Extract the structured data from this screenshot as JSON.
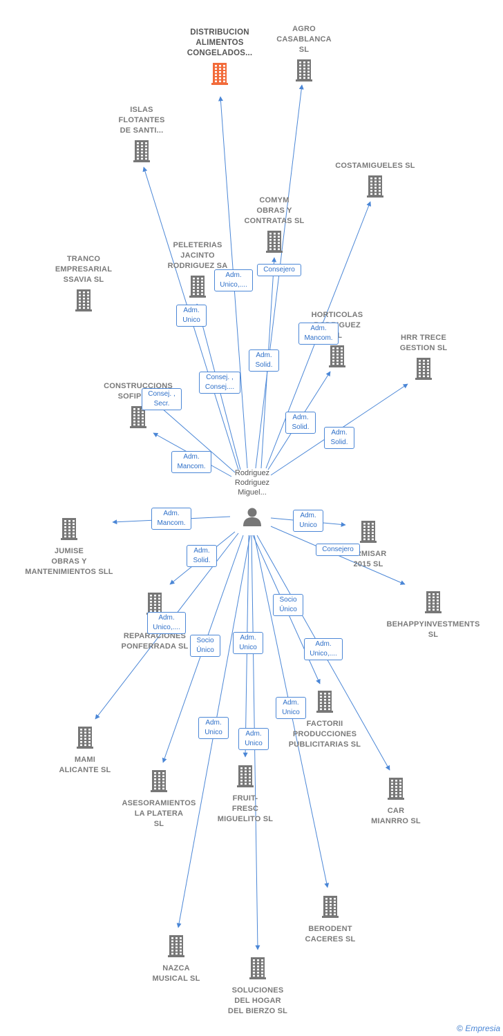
{
  "center": {
    "label": "Rodriguez\nRodriguez\nMiguel..."
  },
  "nodes": [
    {
      "id": "distribucion",
      "label": "DISTRIBUCION\nALIMENTOS\nCONGELADOS...",
      "highlight": true
    },
    {
      "id": "agro",
      "label": "AGRO\nCASABLANCA\nSL"
    },
    {
      "id": "islas",
      "label": "ISLAS\nFLOTANTES\nDE SANTI..."
    },
    {
      "id": "costamigueles",
      "label": "COSTAMIGUELES SL"
    },
    {
      "id": "comym",
      "label": "COMYM\nOBRAS Y\nCONTRATAS SL"
    },
    {
      "id": "peleterias",
      "label": "PELETERIAS\nJACINTO\nRODRIGUEZ SA"
    },
    {
      "id": "tranco",
      "label": "TRANCO\nEMPRESARIAL\nSSAVIA  SL"
    },
    {
      "id": "horticolas",
      "label": "HORTICOLAS\nRODRIGUEZ\nSL"
    },
    {
      "id": "hrr",
      "label": "HRR TRECE\nGESTION  SL"
    },
    {
      "id": "construcciones",
      "label": "CONSTRUCCIONS\nSOFIPLA..."
    },
    {
      "id": "jumise",
      "label": "JUMISE\nOBRAS Y\nMANTENIMIENTOS SLL"
    },
    {
      "id": "armisar",
      "label": "ARMISAR\n2015  SL"
    },
    {
      "id": "behappy",
      "label": "BEHAPPYINVESTMENTS\nSL"
    },
    {
      "id": "reparaciones",
      "label": "M...\nREPARACIONES\nPONFERRADA SL"
    },
    {
      "id": "mami",
      "label": "MAMI\nALICANTE  SL"
    },
    {
      "id": "asesoramientos",
      "label": "ASESORAMIENTOS\nLA PLATERA\nSL"
    },
    {
      "id": "fruit",
      "label": "FRUIT-\nFRESC\nMIGUELITO  SL"
    },
    {
      "id": "factorii",
      "label": "FACTORII\nPRODUCCIONES\nPUBLICITARIAS SL"
    },
    {
      "id": "car",
      "label": "CAR\nMIANRRO  SL"
    },
    {
      "id": "berodent",
      "label": "BERODENT\nCACERES  SL"
    },
    {
      "id": "nazca",
      "label": "NAZCA\nMUSICAL  SL"
    },
    {
      "id": "soluciones",
      "label": "SOLUCIONES\nDEL HOGAR\nDEL BIERZO SL"
    }
  ],
  "edge_labels": [
    "Adm.\nUnico,....",
    "Consejero",
    "Adm.\nUnico",
    "Adm.\nMancom.",
    "Adm.\nSolid.",
    "Consej. ,\nConsej....",
    "Consej. ,\nSecr.",
    "Adm.\nSolid.",
    "Adm.\nMancom.",
    "Adm.\nSolid.",
    "Adm.\nMancom.",
    "Adm.\nUnico",
    "Consejero",
    "Adm.\nSolid.",
    "Adm.\nUnico,....",
    "Socio\nÚnico",
    "Adm.\nUnico",
    "Socio\nÚnico",
    "Adm.\nUnico,....",
    "Adm.\nUnico",
    "Adm.\nUnico",
    "Adm.\nUnico"
  ],
  "colors": {
    "edge": "#4a86d6",
    "node": "#777777",
    "highlight": "#f26b3a"
  },
  "footer": {
    "copyright": "©",
    "brand": "Empresia"
  }
}
